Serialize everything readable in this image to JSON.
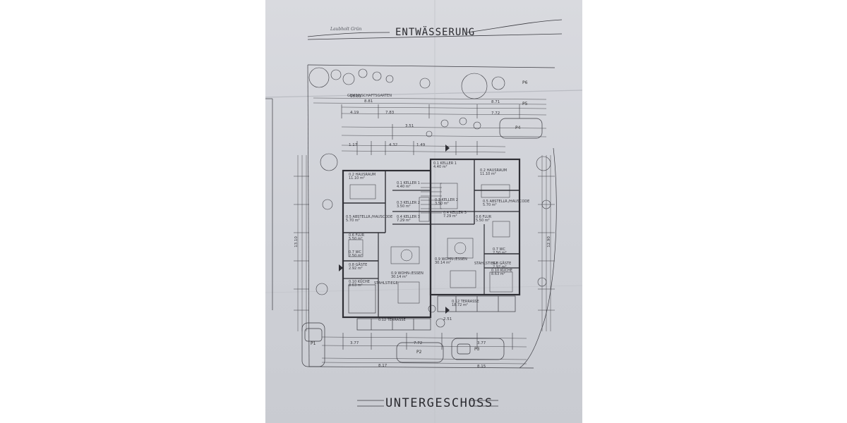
{
  "sheet": {
    "title_top": "ENTWÄSSERUNG",
    "title_bottom": "UNTERGESCHOSS",
    "handwritten_note": "Laubholt Grün",
    "garden_label": "GEMEINSCHAFTSGARTEN",
    "rooms_left": [
      {
        "name": "0.2 HAUSRAUM",
        "area": "11.10 m²"
      },
      {
        "name": "0.1 KELLER 1",
        "area": "4.40 m²"
      },
      {
        "name": "0.3 KELLER 2",
        "area": "3.50 m²"
      },
      {
        "name": "0.5 ABSTELLR./HAUSCODE",
        "area": "5.70 m²"
      },
      {
        "name": "0.4 KELLER 3",
        "area": "7.29 m²"
      },
      {
        "name": "0.6 FLUR",
        "area": "5.50 m²"
      },
      {
        "name": "0.7 WC",
        "area": "2.50 m²"
      },
      {
        "name": "0.8 GÄSTE",
        "area": "2.92 m²"
      },
      {
        "name": "0.9 WOHN-/ESSEN",
        "area": "30.14 m²"
      },
      {
        "name": "0.10 KÜCHE",
        "area": "8.63 m²"
      },
      {
        "name": "0.12 TERRASSE",
        "area": ""
      }
    ],
    "rooms_right": [
      {
        "name": "0.1 KELLER 1",
        "area": "4.40 m²"
      },
      {
        "name": "0.2 HAUSRAUM",
        "area": "11.10 m²"
      },
      {
        "name": "0.3 KELLER 2",
        "area": "3.50 m²"
      },
      {
        "name": "0.5 ABSTELLR./HAUSCODE",
        "area": "5.70 m²"
      },
      {
        "name": "0.4 KELLER 3",
        "area": "7.29 m²"
      },
      {
        "name": "0.6 FLUR",
        "area": "5.50 m²"
      },
      {
        "name": "0.7 WC",
        "area": "2.50 m²"
      },
      {
        "name": "0.9 WOHN-/ESSEN",
        "area": "30.14 m²"
      },
      {
        "name": "0.8 GÄSTE",
        "area": "2.92 m²"
      },
      {
        "name": "0.10 KÜCHE",
        "area": "8.63 m²"
      },
      {
        "name": "0.12 TERRASSE",
        "area": "18.72 m²"
      }
    ],
    "stair_label": "STAHLSTIEGE",
    "parking": [
      "P1",
      "P2",
      "P3",
      "P4",
      "P5",
      "P6"
    ],
    "dimensions": {
      "top_total": "16.81",
      "top_left": "8.81",
      "top_right": "8.71",
      "row2_a": "4.19",
      "row2_b": "7.83",
      "row2_c": "7.72",
      "row3": "3.51",
      "row4_a": "1.17",
      "row4_b": "4.32",
      "row4_c": "1.49",
      "side_left": "13.10",
      "side_right": "12.90",
      "bottom_a": "3.77",
      "bottom_b": "7.72",
      "bottom_c": "3.77",
      "bottom_total_left": "8.17",
      "bottom_total_right": "8.15",
      "terrace": "2.51"
    },
    "colors": {
      "paper": "#d2d4da",
      "ink": "#3a3a40",
      "background": "#ffffff"
    }
  }
}
